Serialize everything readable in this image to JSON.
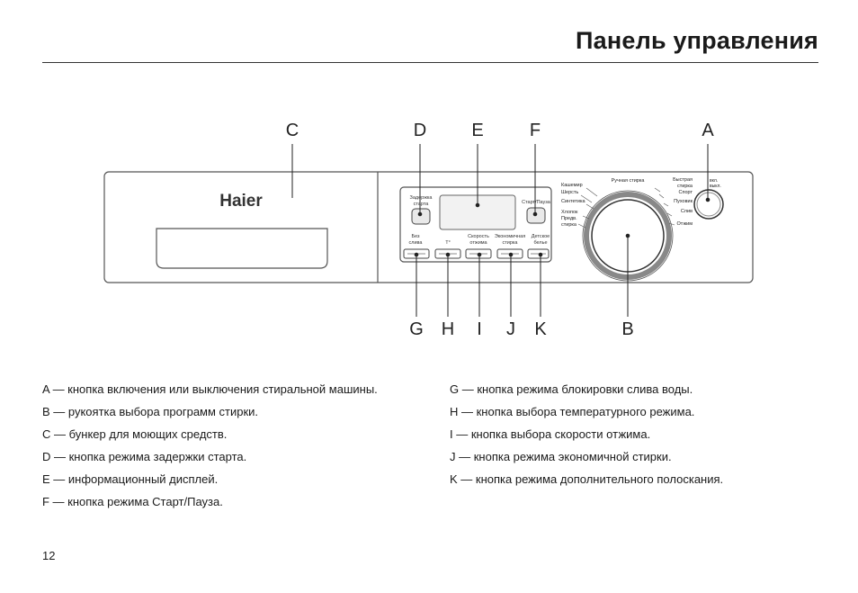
{
  "page": {
    "title": "Панель управления",
    "page_number": "12"
  },
  "diagram": {
    "brand": "Haier",
    "callouts": {
      "A": "A",
      "B": "B",
      "C": "C",
      "D": "D",
      "E": "E",
      "F": "F",
      "G": "G",
      "H": "H",
      "I": "I",
      "J": "J",
      "K": "K"
    },
    "panel_labels": {
      "delay_line1": "Задержка",
      "delay_line2": "старта",
      "start_pause": "Старт/Пауза",
      "no_drain_line1": "Без",
      "no_drain_line2": "слива",
      "temp": "T°",
      "spin_line1": "Скорость",
      "spin_line2": "отжима",
      "eco_line1": "Экономичная",
      "eco_line2": "стирка",
      "rinse_line1": "Детское",
      "rinse_line2": "белье",
      "power_line1": "вкл.",
      "power_line2": "выкл."
    },
    "programs_left": [
      "Кашемир",
      "Шерсть",
      "Синтетика",
      "Хлопок",
      "Предв.",
      "стирка"
    ],
    "programs_top": "Ручная стирка",
    "programs_right": [
      "Быстрая",
      "стирка",
      "Спорт",
      "Пуховик",
      "Слив",
      "Отжим"
    ]
  },
  "legend": {
    "left": [
      "A — кнопка включения или выключения стиральной машины.",
      "B — рукоятка выбора программ стирки.",
      "C — бункер для моющих средств.",
      "D — кнопка режима задержки старта.",
      "E — информационный дисплей.",
      "F — кнопка режима Старт/Пауза."
    ],
    "right": [
      "G — кнопка режима блокировки слива воды.",
      "H — кнопка выбора температурного режима.",
      "I — кнопка выбора скорости отжима.",
      "J — кнопка режима экономичной стирки.",
      "K — кнопка режима дополнительного полоскания."
    ]
  }
}
